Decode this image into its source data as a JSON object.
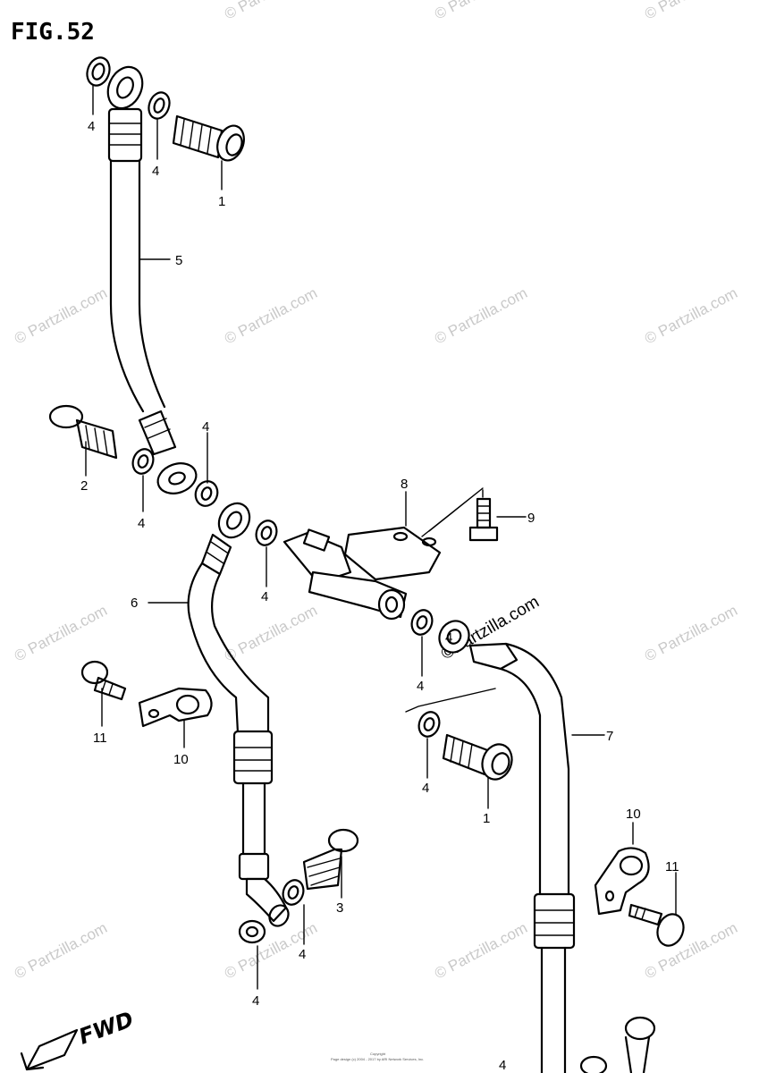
{
  "figure": {
    "title": "FIG.52",
    "direction_label": "FWD",
    "watermark": "© Partzilla.com",
    "watermark_prominent": "©Partzilla.com",
    "copyright_heading": "Copyright",
    "copyright_line": "Page design (c) 2004 - 2017 by ARI Network Services, Inc."
  },
  "callouts": {
    "c1a": "1",
    "c1b": "1",
    "c2": "2",
    "c3": "3",
    "c4a": "4",
    "c4b": "4",
    "c4c": "4",
    "c4d": "4",
    "c4e": "4",
    "c4f": "4",
    "c4g": "4",
    "c4h": "4",
    "c4i": "4",
    "c4j": "4",
    "c4k": "4",
    "c5": "5",
    "c6": "6",
    "c7": "7",
    "c8": "8",
    "c9": "9",
    "c10a": "10",
    "c10b": "10",
    "c11a": "11",
    "c11b": "11"
  },
  "colors": {
    "line": "#000000",
    "watermark": "#c9c9c9",
    "background": "#ffffff"
  }
}
